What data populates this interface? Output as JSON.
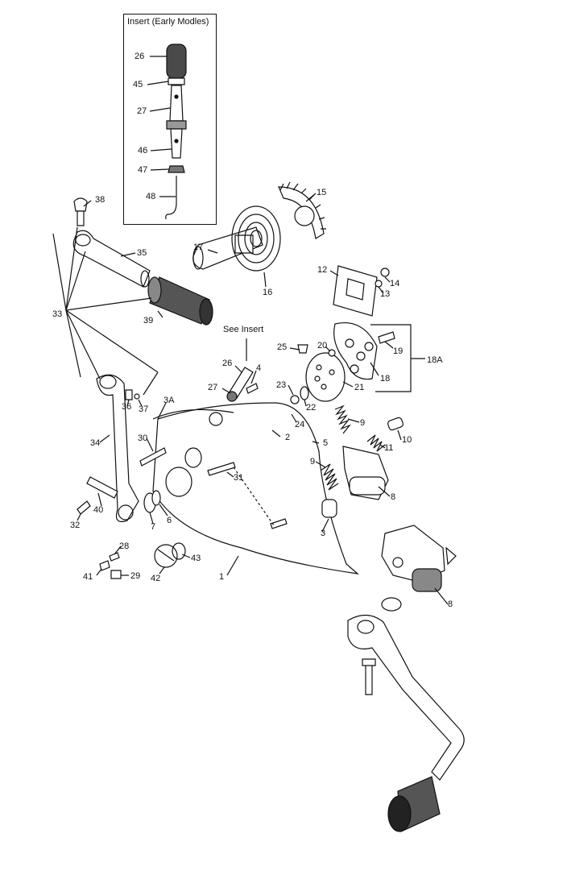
{
  "insert": {
    "title": "Insert (Early Modles)"
  },
  "see_insert": "See Insert",
  "callouts": {
    "c26a": "26",
    "c45": "45",
    "c27a": "27",
    "c46": "46",
    "c47": "47",
    "c48": "48",
    "c38": "38",
    "c35": "35",
    "c33": "33",
    "c39": "39",
    "c15": "15",
    "c17": "17",
    "c16": "16",
    "c12": "12",
    "c14": "14",
    "c13": "13",
    "c19": "19",
    "c18A": "18A",
    "c18": "18",
    "c20": "20",
    "c21": "21",
    "c25": "25",
    "c26b": "26",
    "c4": "4",
    "c27b": "27",
    "c23": "23",
    "c22": "22",
    "c24": "24",
    "c3A": "3A",
    "c2": "2",
    "c5": "5",
    "c9a": "9",
    "c9b": "9",
    "c10": "10",
    "c11": "11",
    "c8a": "8",
    "c8b": "8",
    "c3": "3",
    "c1": "1",
    "c31": "31",
    "c30": "30",
    "c34": "34",
    "c36": "36",
    "c37": "37",
    "c40": "40",
    "c32": "32",
    "c7": "7",
    "c6": "6",
    "c28": "28",
    "c41": "41",
    "c29": "29",
    "c42": "42",
    "c43": "43"
  }
}
